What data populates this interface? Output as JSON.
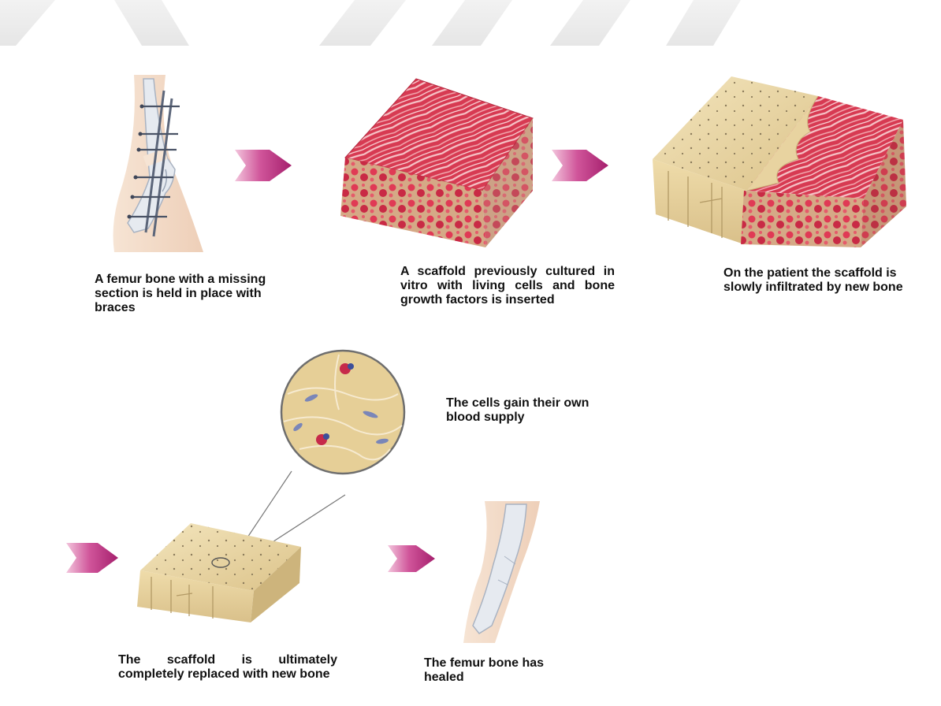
{
  "captions": {
    "step1": "A femur bone with a missing section is held in place with braces",
    "step2": "A scaffold previously cultured in vitro with living cells and bone growth factors is inserted",
    "step3": "On the patient the scaffold is slowly infiltrated by new bone",
    "blood": "The cells gain their own blood supply",
    "step4": "The scaffold is ultimately completely replaced with new bone",
    "step5": "The femur bone has healed"
  },
  "colors": {
    "arrow": "#c23a86",
    "tissue": "#d8394f",
    "bone": "#e3cc96",
    "stripe": "#eeeeee"
  }
}
